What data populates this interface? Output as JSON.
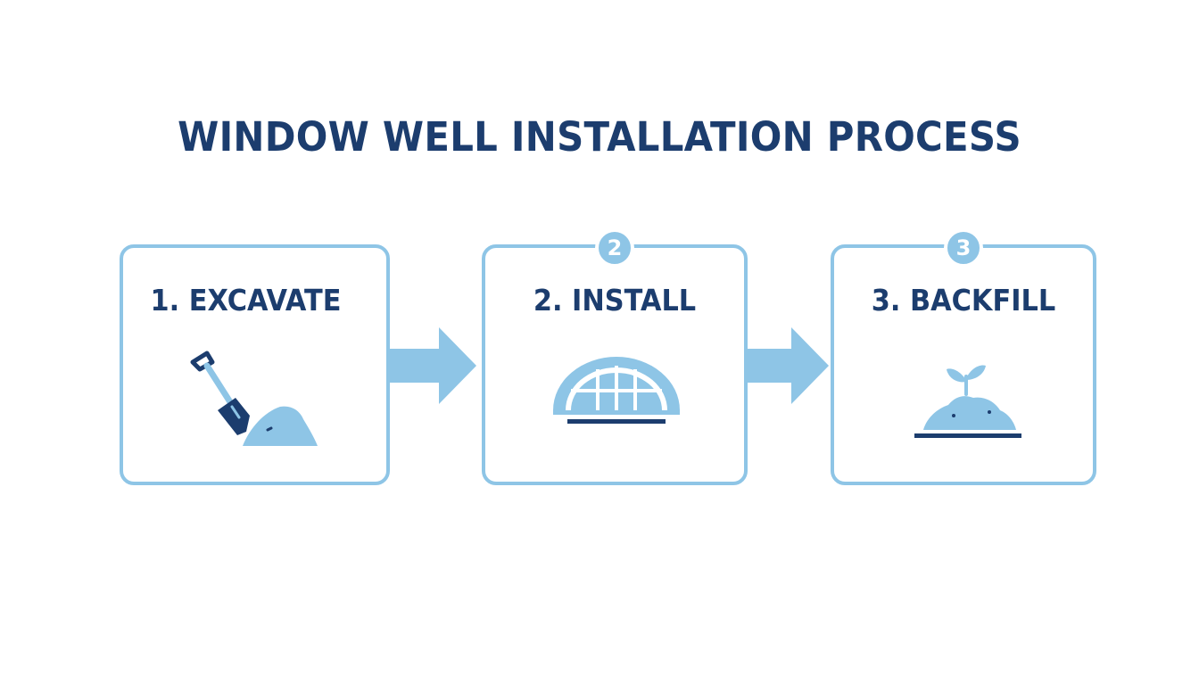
{
  "title": "WINDOW WELL INSTALLATION PROCESS",
  "colors": {
    "dark_blue": "#1c3d6e",
    "light_blue": "#8ec5e6",
    "background": "#ffffff"
  },
  "steps": [
    {
      "label": "1. EXCAVATE",
      "badge": "",
      "icon": "shovel-dirt-icon"
    },
    {
      "label": "2. INSTALL",
      "badge": "2",
      "icon": "window-well-icon"
    },
    {
      "label": "3. BACKFILL",
      "badge": "3",
      "icon": "soil-sprout-icon"
    }
  ],
  "connectors": [
    "arrow-right-icon",
    "arrow-right-icon"
  ]
}
